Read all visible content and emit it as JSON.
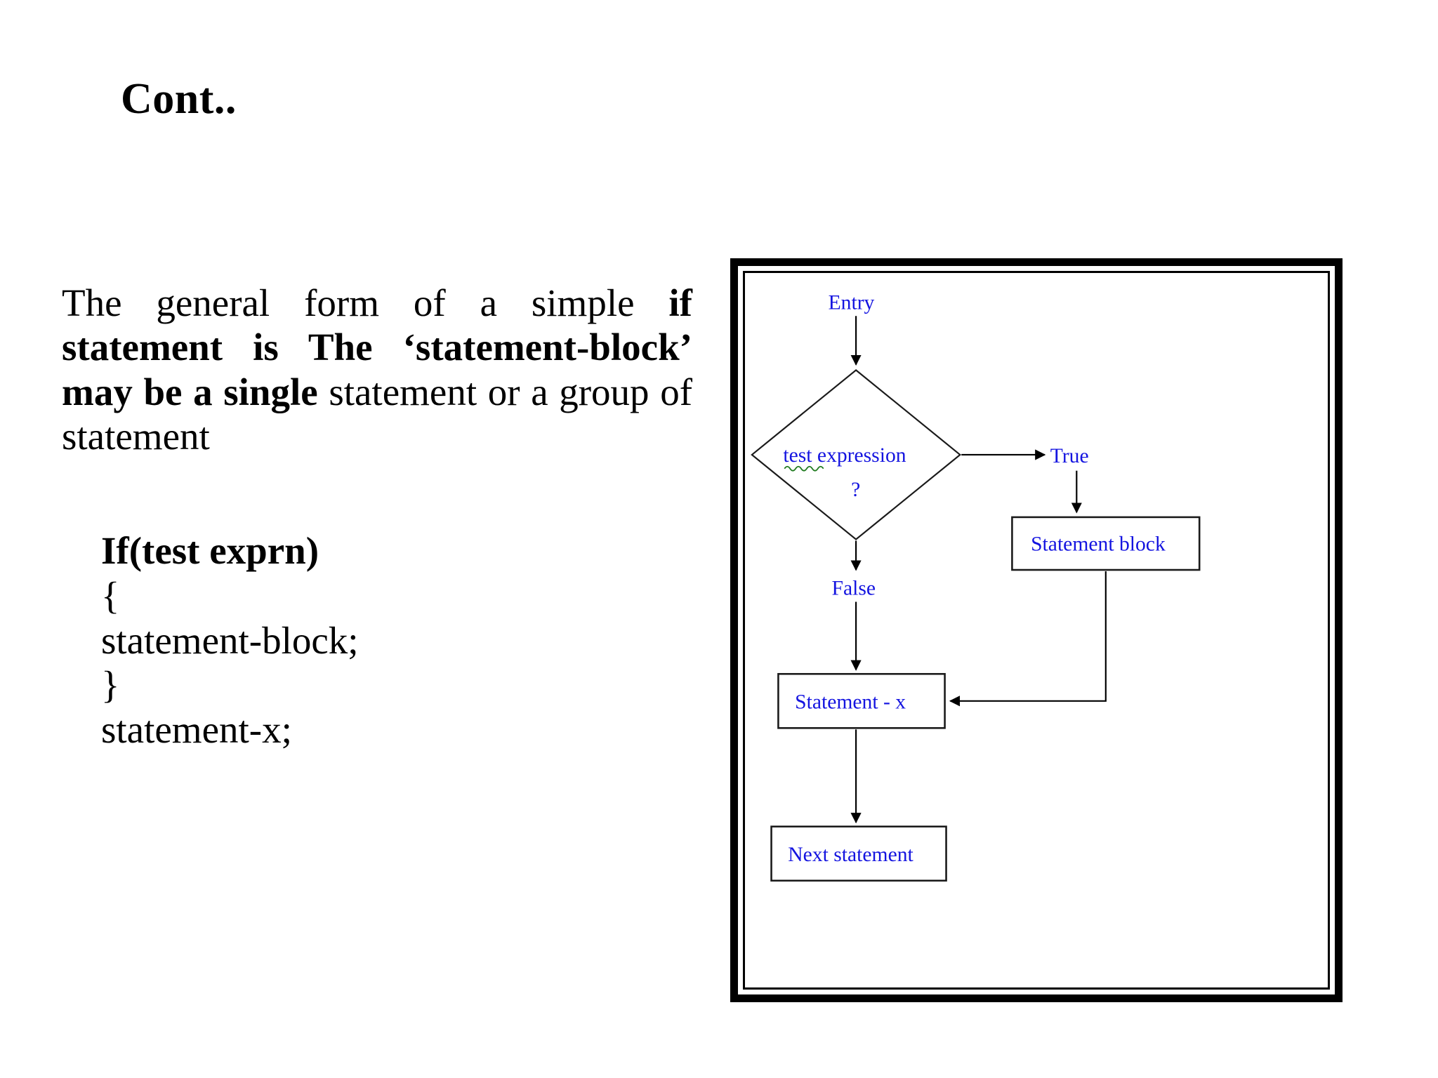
{
  "slide": {
    "title": "Cont..",
    "paragraph": {
      "runs": [
        {
          "text": "The general form of a simple ",
          "bold": false
        },
        {
          "text": "if statement is The ‘statement-block’ may be a single",
          "bold": true
        },
        {
          "text": " statement or a group of statement",
          "bold": false
        }
      ],
      "plain": "The general form of a simple if statement is The ‘statement-block’ may be a single statement or a group of statement"
    },
    "code": [
      {
        "text": "If(test exprn)",
        "bold": true
      },
      {
        "text": "{",
        "bold": false
      },
      {
        "text": "statement-block;",
        "bold": false
      },
      {
        "text": "}",
        "bold": false
      },
      {
        "text": "statement-x;",
        "bold": false
      }
    ]
  },
  "flowchart": {
    "title": "if statement flowchart",
    "label_color": "#1414e0",
    "line_color": "#000000",
    "frame_color": "#000000",
    "background": "#ffffff",
    "spellcheck_underline_color": "#1e7a1e",
    "nodes": {
      "entry": {
        "label": "Entry",
        "shape": "text"
      },
      "decision": {
        "label_line1": "test expression",
        "label_line2": "?",
        "shape": "diamond",
        "spellcheck_on": "test"
      },
      "true_label": {
        "label": "True",
        "shape": "text"
      },
      "false_label": {
        "label": "False",
        "shape": "text"
      },
      "statement_block": {
        "label": "Statement block",
        "shape": "rect"
      },
      "statement_x": {
        "label": "Statement - x",
        "shape": "rect"
      },
      "next_statement": {
        "label": "Next statement",
        "shape": "rect"
      }
    },
    "edges": [
      {
        "from": "entry",
        "to": "decision",
        "label": ""
      },
      {
        "from": "decision",
        "to": "true_label",
        "label": "True"
      },
      {
        "from": "true_label",
        "to": "statement_block",
        "label": ""
      },
      {
        "from": "decision",
        "to": "statement_x",
        "label": "False"
      },
      {
        "from": "statement_block",
        "to": "statement_x",
        "label": ""
      },
      {
        "from": "statement_x",
        "to": "next_statement",
        "label": ""
      }
    ]
  }
}
